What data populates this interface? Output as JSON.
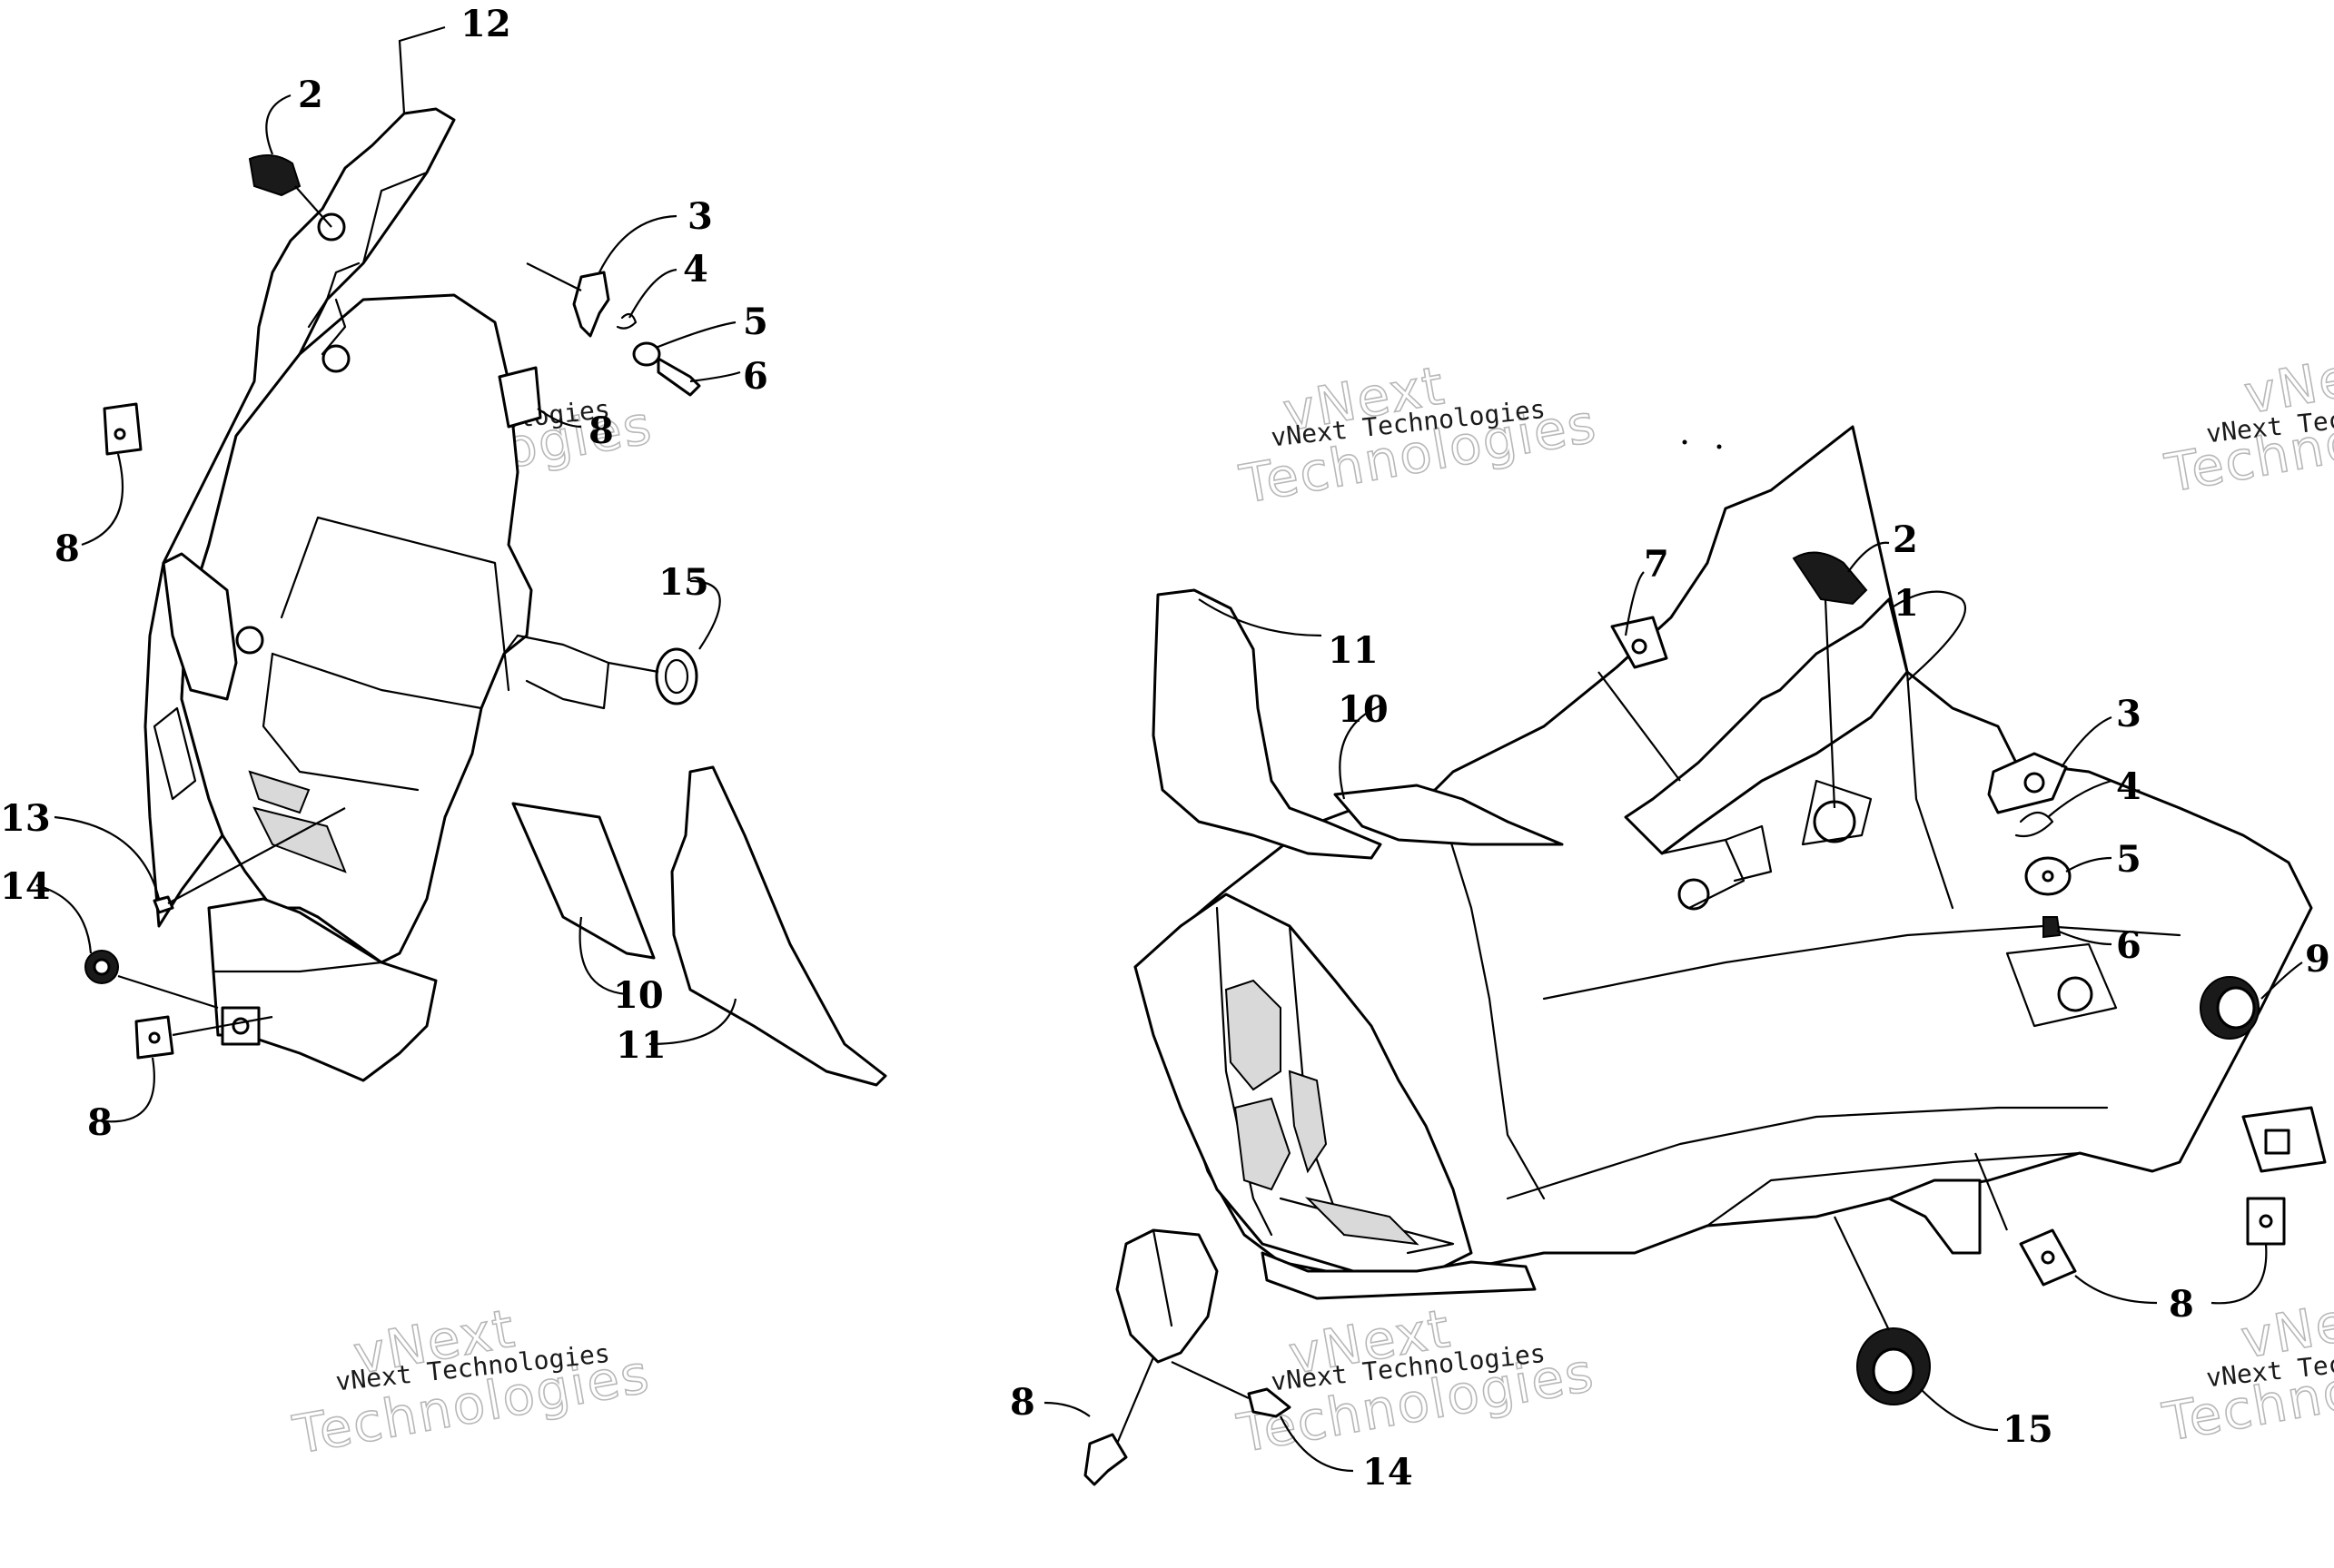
{
  "watermark": {
    "line1": "vNext",
    "line2": "Technologies",
    "caption": "vNext Technologies"
  },
  "callouts": {
    "left": [
      {
        "id": "12",
        "label": "12"
      },
      {
        "id": "2",
        "label": "2"
      },
      {
        "id": "3",
        "label": "3"
      },
      {
        "id": "4",
        "label": "4"
      },
      {
        "id": "5",
        "label": "5"
      },
      {
        "id": "6",
        "label": "6"
      },
      {
        "id": "8a",
        "label": "8"
      },
      {
        "id": "8b",
        "label": "8"
      },
      {
        "id": "15",
        "label": "15"
      },
      {
        "id": "13",
        "label": "13"
      },
      {
        "id": "14",
        "label": "14"
      },
      {
        "id": "10",
        "label": "10"
      },
      {
        "id": "11",
        "label": "11"
      },
      {
        "id": "8c",
        "label": "8"
      }
    ],
    "right": [
      {
        "id": "7",
        "label": "7"
      },
      {
        "id": "2",
        "label": "2"
      },
      {
        "id": "1",
        "label": "1"
      },
      {
        "id": "11",
        "label": "11"
      },
      {
        "id": "10",
        "label": "10"
      },
      {
        "id": "3",
        "label": "3"
      },
      {
        "id": "4",
        "label": "4"
      },
      {
        "id": "5",
        "label": "5"
      },
      {
        "id": "6",
        "label": "6"
      },
      {
        "id": "9",
        "label": "9"
      },
      {
        "id": "8a",
        "label": "8"
      },
      {
        "id": "15",
        "label": "15"
      },
      {
        "id": "8b",
        "label": "8"
      },
      {
        "id": "14",
        "label": "14"
      }
    ]
  }
}
